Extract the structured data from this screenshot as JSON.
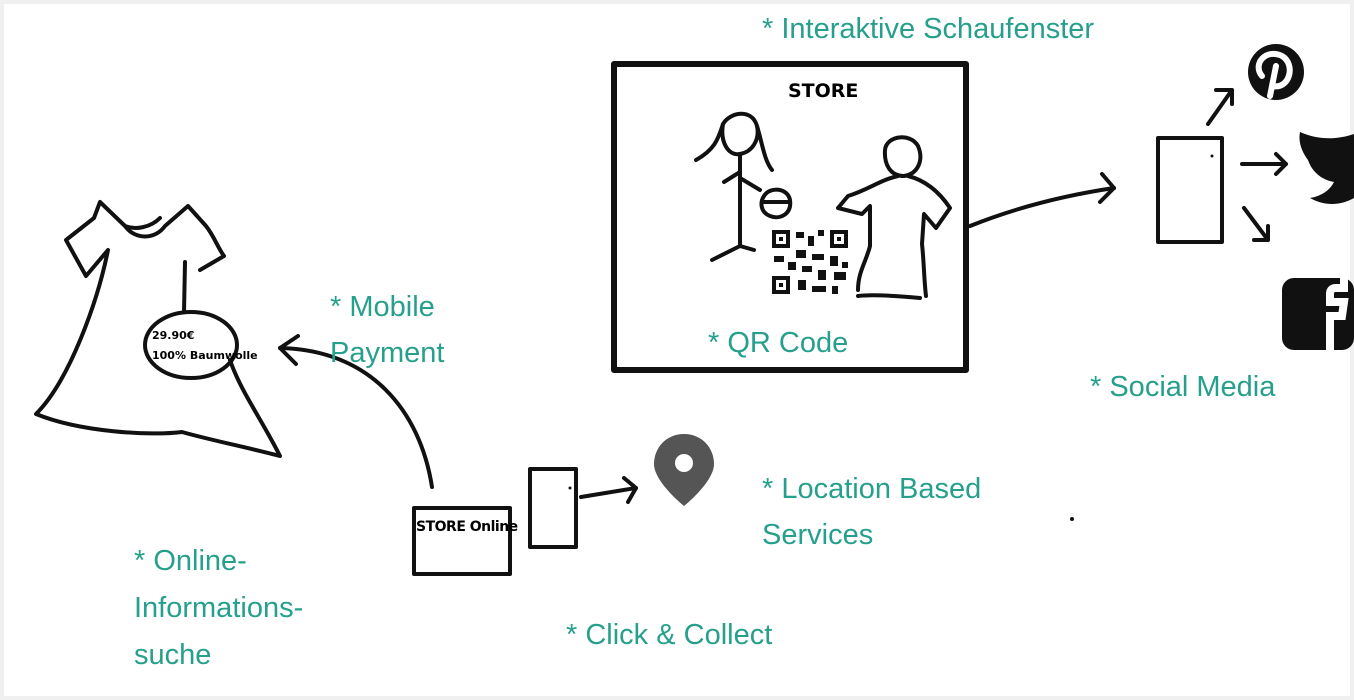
{
  "colors": {
    "label": "#26a08c",
    "ink": "#111111",
    "pin": "#555555"
  },
  "labels": {
    "schaufenster": "* Interaktive Schaufenster",
    "qr_code": "* QR Code",
    "social_media": "* Social Media",
    "mobile_payment": [
      "* Mobile",
      "Payment"
    ],
    "location": [
      "* Location Based",
      "Services"
    ],
    "online_suche": [
      "* Online-",
      "Informations-",
      "suche"
    ],
    "click_collect": "* Click & Collect"
  },
  "sketch": {
    "store_sign": "STORE",
    "store_online": "STORE Online",
    "price_tag": [
      "29.90€",
      "100% Baumwolle"
    ]
  },
  "icons": [
    "pinterest-icon",
    "twitter-icon",
    "facebook-icon",
    "location-pin-icon",
    "qr-code-icon"
  ]
}
